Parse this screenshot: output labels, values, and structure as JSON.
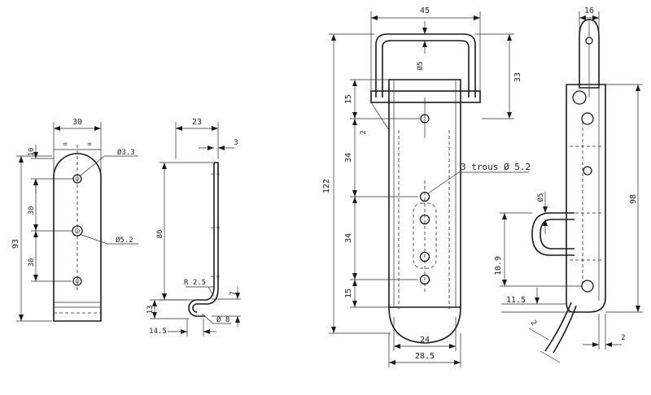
{
  "view1": {
    "width": "30",
    "eq_left": "=",
    "eq_right": "=",
    "top_offset": "10",
    "hole_small": "Ø3.3",
    "pitch_a": "30",
    "hole_mid": "Ø5.2",
    "pitch_b": "30",
    "height": "93"
  },
  "view2": {
    "depth": "23",
    "thickness": "3",
    "length": "80",
    "radius": "R 2.5",
    "hook_h": "7",
    "hook_low": "13",
    "hook_dia": "Ø 8",
    "hook_w": "14.5"
  },
  "view3": {
    "loop_w": "45",
    "wire_dia": "Ø5",
    "loop_h": "33",
    "total_h": "122",
    "s15a": "15",
    "gap": "2",
    "s34a": "34",
    "holes_note": "3 trous Ø 5.2",
    "s34b": "34",
    "s15b": "15",
    "inner_w": "24",
    "outer_w": "28.5"
  },
  "view4": {
    "top_w": "16",
    "wire_dia": "Ø5",
    "height": "98",
    "loop_h": "10.9",
    "offset": "11.5",
    "thick_a": "2",
    "thick_b": "2"
  }
}
